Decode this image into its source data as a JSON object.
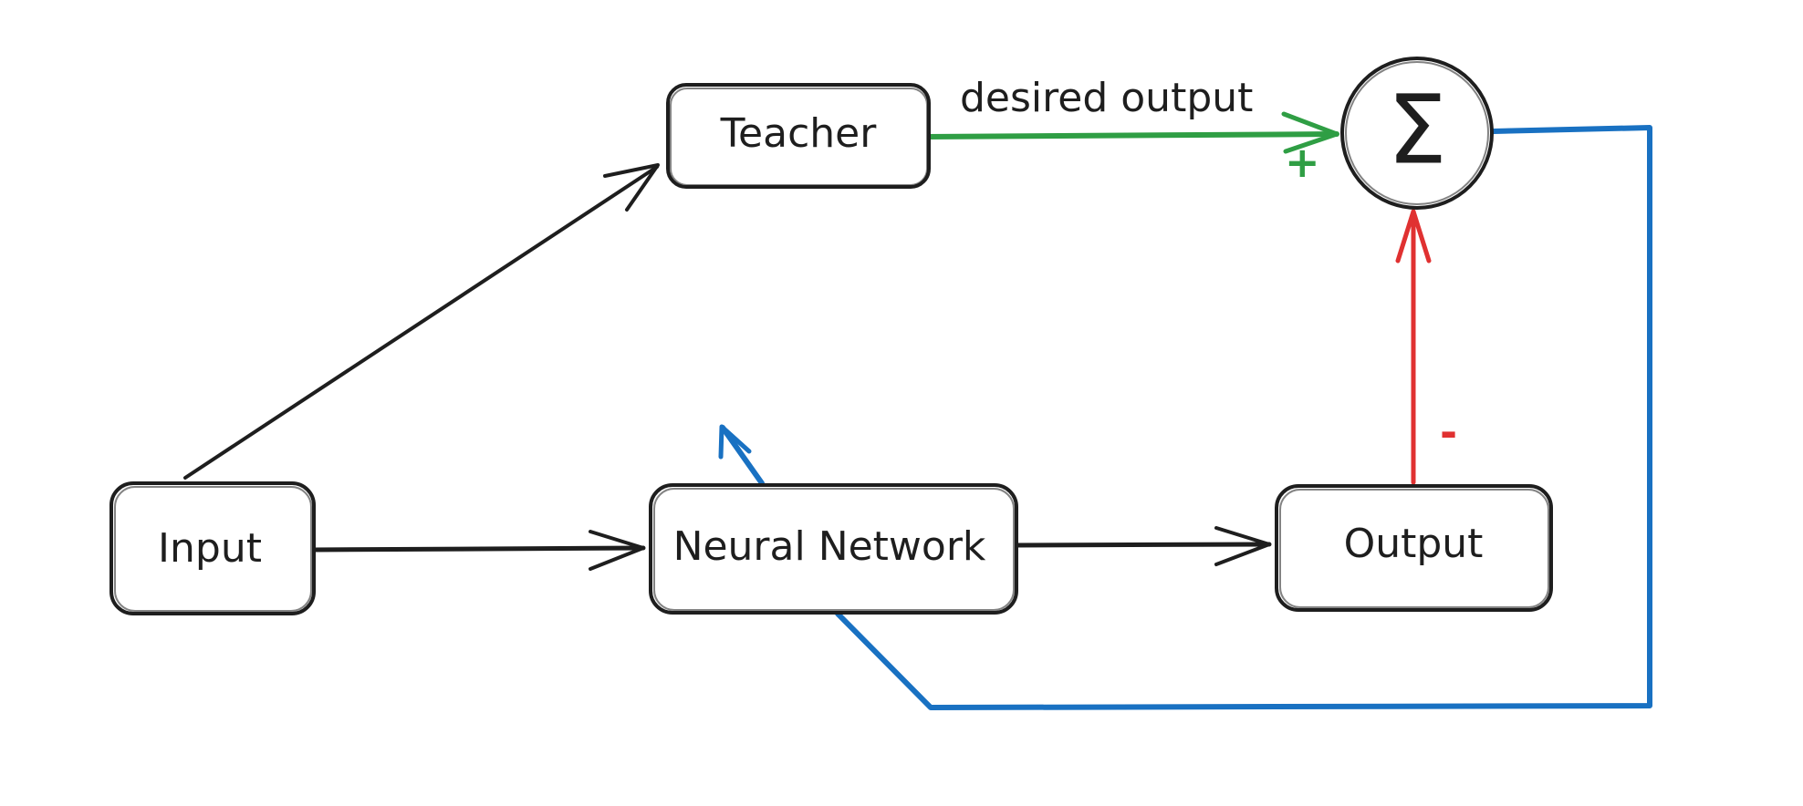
{
  "diagram": {
    "nodes": {
      "teacher": {
        "label": "Teacher"
      },
      "input": {
        "label": "Input"
      },
      "neural_network": {
        "label": "Neural Network"
      },
      "output": {
        "label": "Output"
      },
      "summation": {
        "symbol": "Σ"
      }
    },
    "edges": {
      "desired_output": {
        "label": "desired output",
        "sign": "+"
      },
      "network_output": {
        "sign": "-"
      }
    },
    "colors": {
      "ink": "#1e1e1e",
      "desired_output_arrow": "#2f9e44",
      "error_feedback": "#1971c2",
      "network_output_arrow": "#e03131"
    }
  }
}
